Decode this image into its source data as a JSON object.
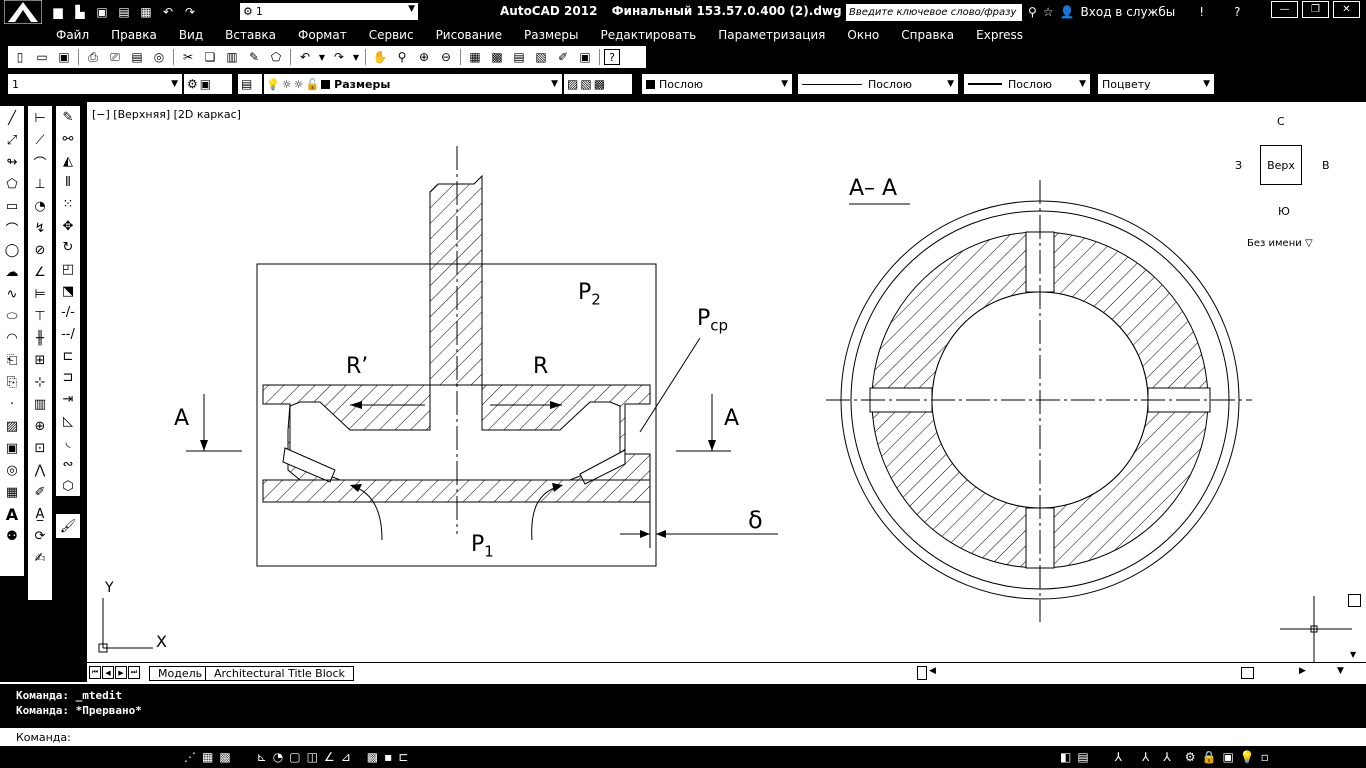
{
  "title": {
    "app": "AutoCAD 2012",
    "file": "Финальный 153.57.0.400 (2).dwg",
    "workspace": "1",
    "search_placeholder": "Введите ключевое слово/фразу",
    "signin": "Вход в службы"
  },
  "menu": [
    "Файл",
    "Правка",
    "Вид",
    "Вставка",
    "Формат",
    "Сервис",
    "Рисование",
    "Размеры",
    "Редактировать",
    "Параметризация",
    "Окно",
    "Справка",
    "Express"
  ],
  "layers": {
    "layer_state": "1",
    "layer_name": "Размеры",
    "color": "Послою",
    "linetype": "Послою",
    "lineweight": "Послою",
    "plotstyle": "Поцвету"
  },
  "viewport": {
    "label": "[−] [Верхняя] [2D каркас]",
    "viewcube": {
      "top": "Верх",
      "n": "С",
      "s": "Ю",
      "e": "В",
      "w": "З"
    },
    "ucs_name": "Без имени",
    "axis_x": "X",
    "axis_y": "Y"
  },
  "drawing": {
    "section_title": "A– A",
    "label_a_left": "A",
    "label_a_right": "A",
    "label_r_prime": "R’",
    "label_r": "R",
    "label_p2": "P",
    "label_p2_sub": "2",
    "label_pcp": "P",
    "label_pcp_sub": "cp",
    "label_p1": "P",
    "label_p1_sub": "1",
    "label_delta": "δ"
  },
  "tabs": [
    "Модель",
    "Architectural Title Block"
  ],
  "commands": {
    "line1_label": "Команда:",
    "line1_value": "_mtedit",
    "line2_label": "Команда:",
    "line2_value": "*Прервано*",
    "prompt": "Команда:"
  }
}
